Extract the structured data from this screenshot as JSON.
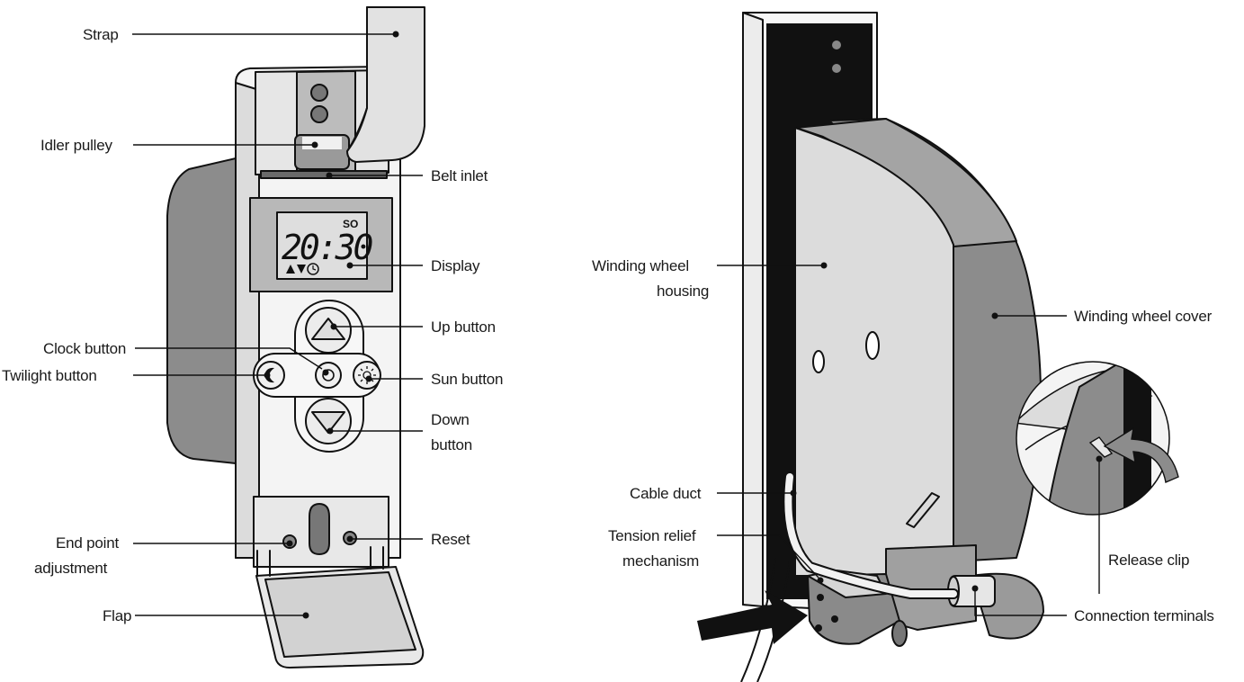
{
  "display": {
    "time": "20:30",
    "day": "SO"
  },
  "labels": {
    "strap": "Strap",
    "idler_pulley": "Idler pulley",
    "belt_inlet": "Belt inlet",
    "display": "Display",
    "up_button": "Up button",
    "clock_button": "Clock button",
    "twilight_button": "Twilight button",
    "sun_button": "Sun button",
    "down_button_1": "Down",
    "down_button_2": "button",
    "end_point_1": "End point",
    "end_point_2": "adjustment",
    "reset": "Reset",
    "flap": "Flap",
    "winding_housing_1": "Winding wheel",
    "winding_housing_2": "housing",
    "winding_cover": "Winding wheel cover",
    "cable_duct": "Cable duct",
    "tension_relief_1": "Tension relief",
    "tension_relief_2": "mechanism",
    "release_clip": "Release clip",
    "connection_terminals": "Connection terminals"
  },
  "colors": {
    "outline": "#111111",
    "housing_light": "#e3e3e3",
    "housing_white": "#ffffff",
    "housing_dark": "#8a8a8a",
    "housing_mid": "#a9a9a9",
    "display_bg": "#bdbdbd",
    "black": "#111111"
  }
}
